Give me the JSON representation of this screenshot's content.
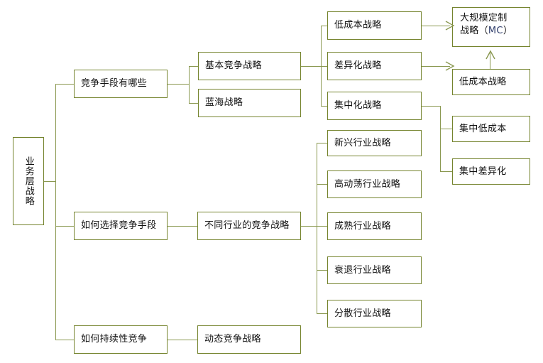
{
  "diagram": {
    "title": "业务层战略",
    "type": "tree-mindmap",
    "theme": {
      "border_color": "#75842e",
      "connector_color": "#8a9850",
      "text_color": "#111111",
      "accent_color": "#2f3d6b",
      "background": "#ffffff"
    },
    "root": {
      "label": "业务层战略",
      "orientation": "vertical"
    },
    "branches": [
      {
        "label": "竞争手段有哪些",
        "children": [
          {
            "label": "基本竞争战略",
            "children": [
              {
                "label": "低成本战略",
                "arrow_to": "大规模定制战略（MC）"
              },
              {
                "label": "差异化战略",
                "arrow_to": "低成本战略"
              },
              {
                "label": "集中化战略",
                "children": [
                  {
                    "label": "集中低成本"
                  },
                  {
                    "label": "集中差异化"
                  }
                ]
              }
            ]
          },
          {
            "label": "蓝海战略",
            "children": []
          }
        ]
      },
      {
        "label": "如何选择竞争手段",
        "children": [
          {
            "label": "不同行业的竞争战略",
            "children": [
              {
                "label": "新兴行业战略"
              },
              {
                "label": "高动荡行业战略"
              },
              {
                "label": "成熟行业战略"
              },
              {
                "label": "衰退行业战略"
              },
              {
                "label": "分散行业战略"
              }
            ]
          }
        ]
      },
      {
        "label": "如何持续性竞争",
        "children": [
          {
            "label": "动态竞争战略"
          }
        ]
      }
    ],
    "outcome_nodes": {
      "mass_customization_line1": "大规模定制",
      "mass_customization_line2_prefix": "战略（",
      "mass_customization_abbr": "MC",
      "mass_customization_line2_suffix": "）",
      "low_cost_result": "低成本战略"
    }
  }
}
